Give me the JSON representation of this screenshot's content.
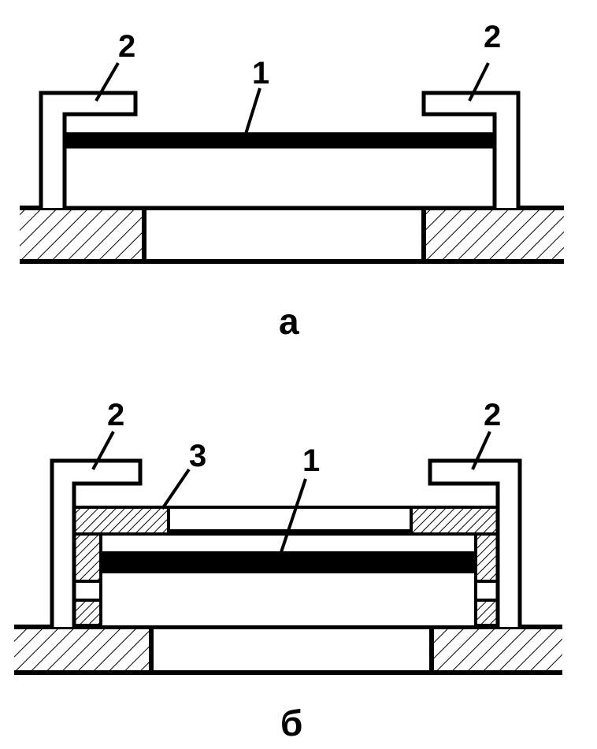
{
  "figure_a": {
    "caption": "а",
    "labels": {
      "membrane": "1",
      "clamp_left": "2",
      "clamp_right": "2"
    }
  },
  "figure_b": {
    "caption": "б",
    "labels": {
      "membrane": "1",
      "clamp_left": "2",
      "clamp_right": "2",
      "ring": "3"
    }
  },
  "colors": {
    "ink": "#000000",
    "paper": "#ffffff"
  }
}
